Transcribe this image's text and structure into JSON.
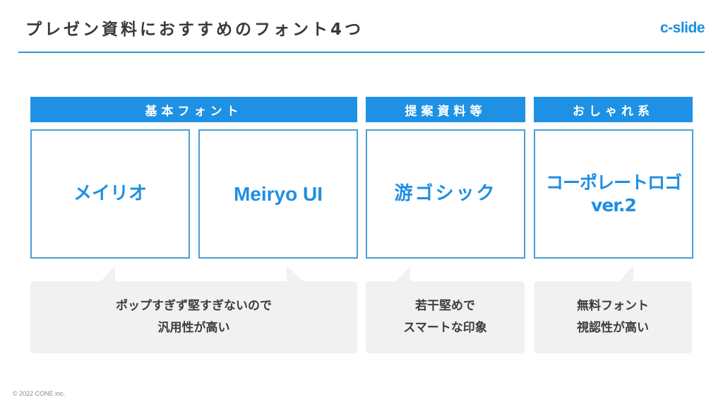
{
  "slide": {
    "title": "プレゼン資料におすすめのフォント4つ",
    "brand": "c-slide",
    "copyright": "© 2022 CONE inc."
  },
  "colors": {
    "accent": "#1f91e4",
    "rule": "#2b95d9",
    "box_border": "#4a9ed8",
    "bubble_bg": "#f1f1f1",
    "text_dark": "#3a3a3a"
  },
  "categories": [
    {
      "label": "基本フォント"
    },
    {
      "label": "提案資料等"
    },
    {
      "label": "おしゃれ系"
    }
  ],
  "fonts": [
    {
      "name": "メイリオ"
    },
    {
      "name": "Meiryo UI"
    },
    {
      "name": "游ゴシック"
    },
    {
      "name": "コーポレートロゴ\nver.2"
    }
  ],
  "comments": [
    {
      "text": "ポップすぎず堅すぎないので\n汎用性が高い"
    },
    {
      "text": "若干堅めで\nスマートな印象"
    },
    {
      "text": "無料フォント\n視認性が高い"
    }
  ]
}
